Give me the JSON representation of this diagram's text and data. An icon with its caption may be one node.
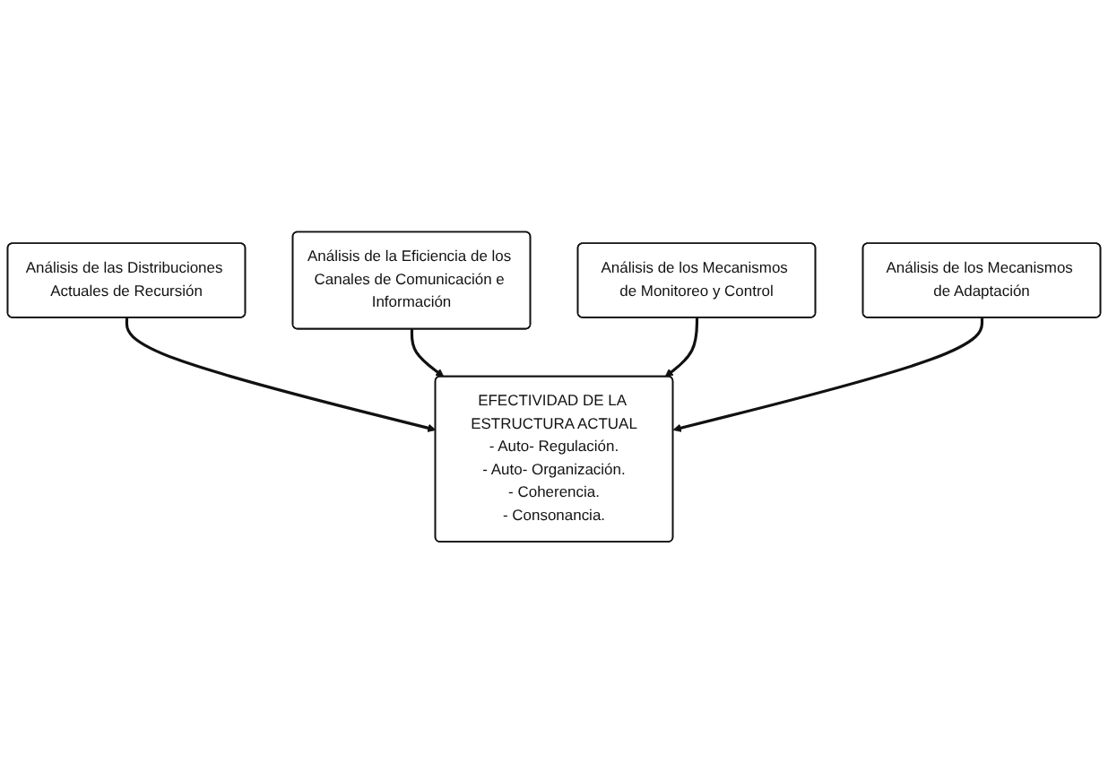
{
  "diagram": {
    "nodes": [
      {
        "text": [
          "Análisis de las Distribuciones Actuales de Recursión"
        ]
      },
      {
        "text": [
          "Análisis de la Eficiencia de los Canales de Comunicación e Información"
        ]
      },
      {
        "text": [
          "EFECTIVIDAD DE LA ESTRUCTURA ACTUAL",
          "- Auto- Regulación.",
          "- Auto- Organización.",
          "- Coherencia.",
          "- Consonancia."
        ]
      },
      {
        "text": [
          "Análisis de los Mecanismos de Monitoreo y Control"
        ]
      },
      {
        "text": [
          "Análisis de los Mecanismos de Adaptación"
        ]
      }
    ],
    "edges": [
      {
        "from": 0,
        "to": 2,
        "arrow": "to"
      },
      {
        "from": 1,
        "to": 2,
        "arrow": "to"
      },
      {
        "from": 3,
        "to": 2,
        "arrow": "to"
      },
      {
        "from": 4,
        "to": 2,
        "arrow": "to"
      }
    ]
  }
}
